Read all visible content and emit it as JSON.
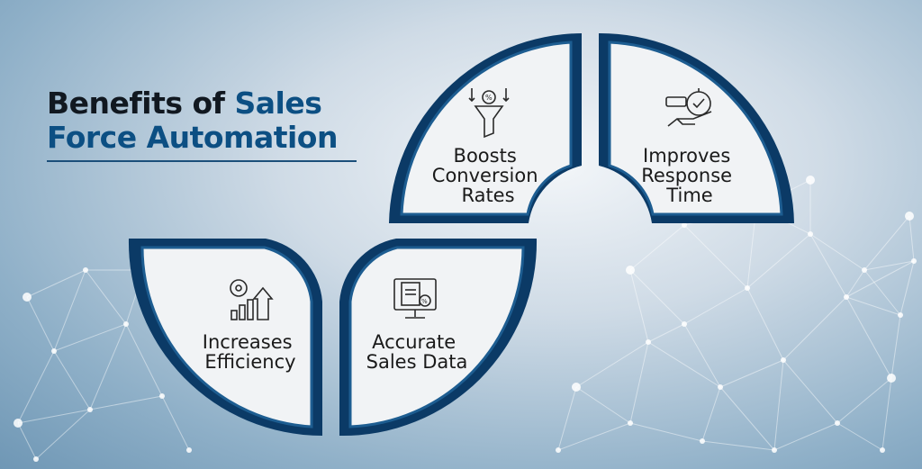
{
  "title": {
    "line1_dark": "Benefits of",
    "line1_blue": "Sales",
    "line2_blue": "Force Automation"
  },
  "segments": [
    {
      "lines": [
        "Boosts",
        "Conversion",
        "Rates"
      ],
      "icon": "funnel-percent-icon"
    },
    {
      "lines": [
        "Improves",
        "Response",
        "Time"
      ],
      "icon": "stopwatch-hand-icon"
    },
    {
      "lines": [
        "Increases",
        "Efficiency"
      ],
      "icon": "gear-bar-growth-icon"
    },
    {
      "lines": [
        "Accurate",
        "Sales Data"
      ],
      "icon": "monitor-report-icon"
    }
  ],
  "colors": {
    "border_dark": "#0b3a66",
    "border_mid": "#1d5d91",
    "panel": "#f1f3f5",
    "title_blue": "#0c4f83",
    "icon": "#2a2a2a"
  }
}
